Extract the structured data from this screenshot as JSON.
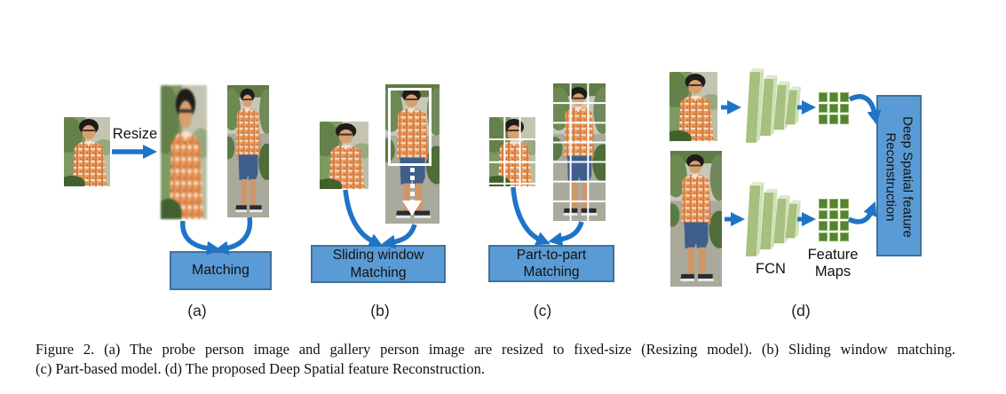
{
  "panel_a": {
    "resize_label": "Resize",
    "box_label": "Matching",
    "panel_label": "(a)"
  },
  "panel_b": {
    "box_line1": "Sliding window",
    "box_line2": "Matching",
    "panel_label": "(b)"
  },
  "panel_c": {
    "box_line1": "Part-to-part",
    "box_line2": "Matching",
    "panel_label": "(c)"
  },
  "panel_d": {
    "fcn_label": "FCN",
    "feature_maps_line1": "Feature",
    "feature_maps_line2": "Maps",
    "box_line1": "Deep Spatial feature",
    "box_line2": "Reconstruction",
    "panel_label": "(d)"
  },
  "caption": {
    "line1": "Figure 2. (a) The probe person image and gallery person image are resized to fixed-size (Resizing model). (b) Sliding window matching.",
    "line2": "(c) Part-based model. (d) The proposed Deep Spatial feature Reconstruction."
  },
  "colors": {
    "box_fill": "#5b9bd5",
    "box_border": "#41719c",
    "arrow_blue": "#1f74c8",
    "fcn_face": "#a6c07f",
    "feature_map_green": "#55832e"
  }
}
